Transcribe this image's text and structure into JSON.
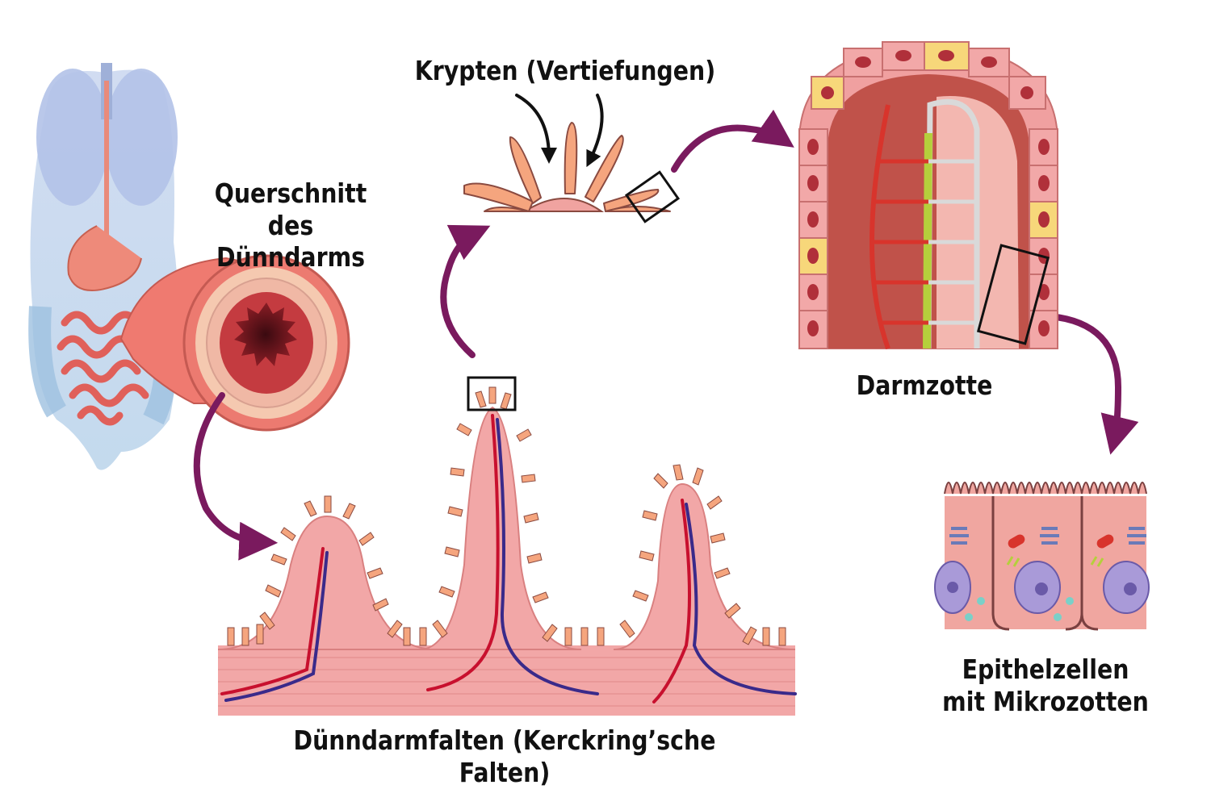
{
  "labels": {
    "querschnitt_line1": "Querschnitt des",
    "querschnitt_line2": "Dünndarms",
    "krypten": "Krypten (Vertiefungen)",
    "darmzotte": "Darmzotte",
    "epithel_line1": "Epithelzellen",
    "epithel_line2": "mit Mikrozotten",
    "falten": "Dünndarmfalten (Kerckring’sche Falten)"
  },
  "colors": {
    "arrow": "#7a1a5e",
    "tissue_pink": "#f4a6a6",
    "villi_orange": "#f5a57e",
    "vessel_red": "#c8102e",
    "vessel_blue": "#3a2a8a",
    "lacteal_green": "#b5cf3c",
    "goblet_yellow": "#f7d77a",
    "nucleus_purple": "#a99ad8"
  },
  "icons": [
    "arrow-icon",
    "zoom-box-icon"
  ]
}
